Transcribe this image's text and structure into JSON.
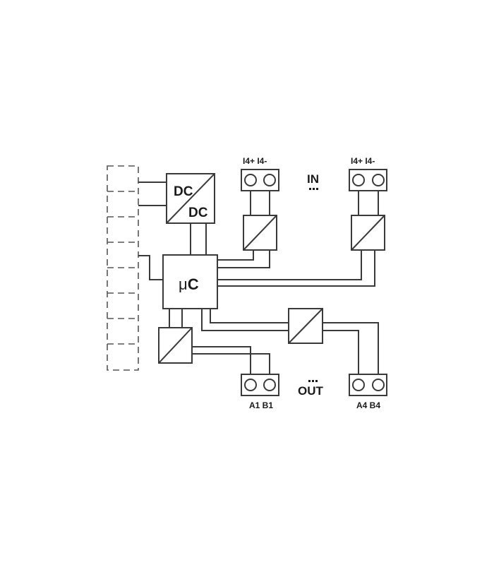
{
  "dc_top": "DC",
  "dc_bottom": "DC",
  "mc": {
    "mu": "μ",
    "c": "C"
  },
  "in_label": "IN",
  "out_label": "OUT",
  "terminals": {
    "in_1": "I4+ I4-",
    "in_4": "I4+ I4-",
    "out_1": "A1 B1",
    "out_4": "A4 B4"
  }
}
